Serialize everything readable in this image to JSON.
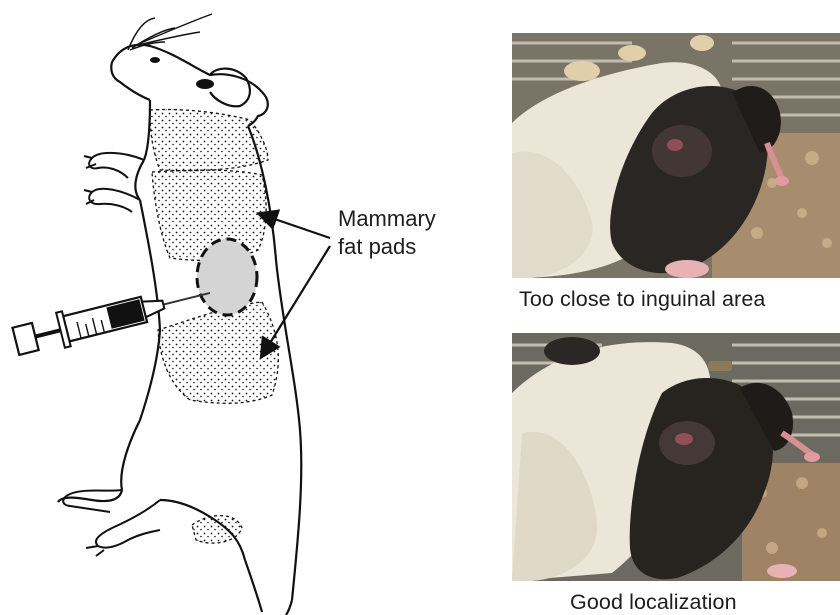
{
  "annotation": {
    "label_line1": "Mammary",
    "label_line2": "fat pads"
  },
  "photos": [
    {
      "caption": "Too close to inguinal area"
    },
    {
      "caption": "Good localization"
    }
  ],
  "colors": {
    "injection_site_fill": "#d4d4d4",
    "glove": "#e9e3d6",
    "mouse_fur": "#2a2624",
    "cage_grid": "#b8b2a8"
  },
  "icons": {
    "syringe": "syringe-icon",
    "mouse": "mouse-illustration"
  }
}
